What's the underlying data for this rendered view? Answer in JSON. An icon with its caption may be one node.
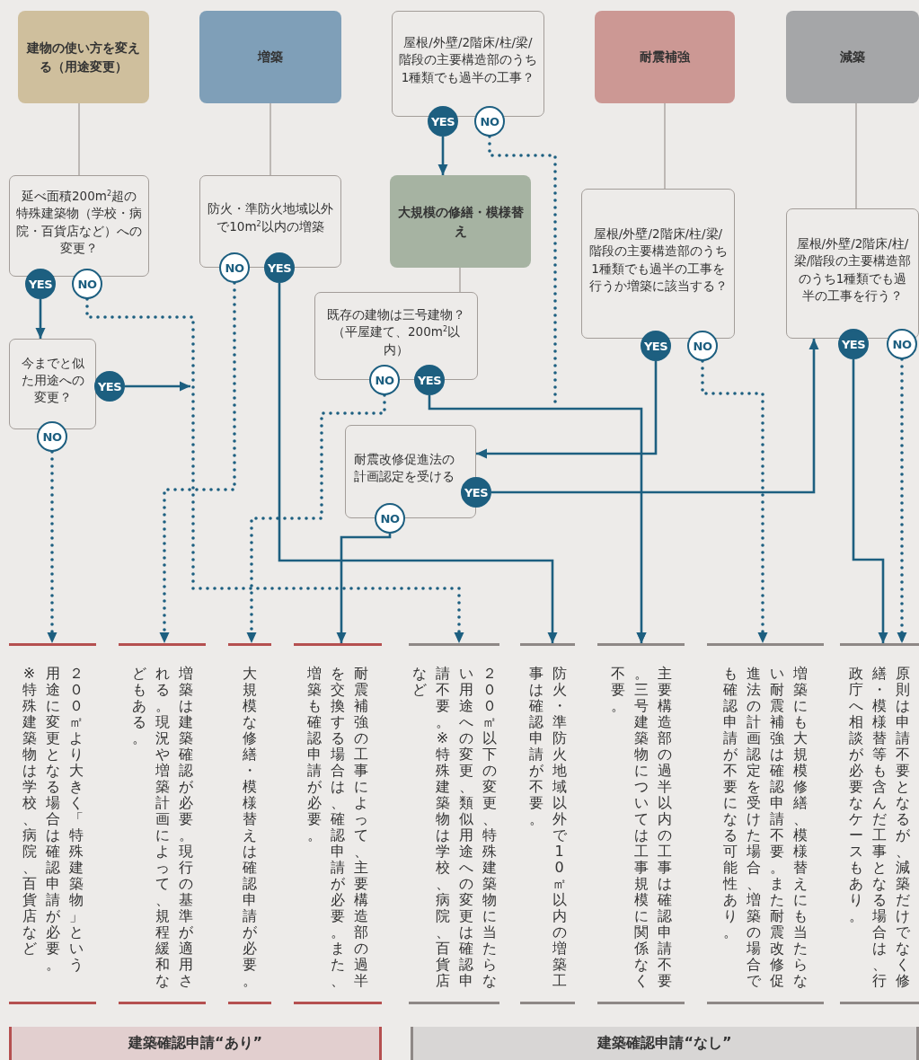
{
  "diagram": {
    "nodes": [
      {
        "text": [
          "建物の使い方を変える（用途変更）"
        ]
      },
      {
        "text": [
          "増築"
        ]
      },
      {
        "text": [
          "屋根/外壁/2階床/柱/梁/階段の主要構造部のうち1種類でも過半の工事？"
        ]
      },
      {
        "text": [
          "YES"
        ]
      },
      {
        "text": [
          "NO"
        ]
      },
      {
        "text": [
          "耐震補強"
        ]
      },
      {
        "text": [
          "減築"
        ]
      },
      {
        "text": [
          "延べ面積200m$^{2}$超の特殊建築物（学校・病院・百貨店など）への変更？"
        ]
      },
      {
        "text": [
          "YES"
        ]
      },
      {
        "text": [
          "NO"
        ]
      },
      {
        "text": [
          "防火・準防火地域以外で10m$^{2}$以内の増築"
        ]
      },
      {
        "text": [
          "NO"
        ]
      },
      {
        "text": [
          "YES"
        ]
      },
      {
        "text": [
          "大規模の修繕・模様替え"
        ]
      },
      {
        "text": [
          "屋根/外壁/2階床/柱/梁/階段の主要構造部のうち1種類でも過半の工事を行うか増築に該当する？"
        ]
      },
      {
        "text": [
          "YES"
        ]
      },
      {
        "text": [
          "NO"
        ]
      },
      {
        "text": [
          "屋根/外壁/2階床/柱/梁/階段の主要構造部のうち1種類でも過半の工事を行う？"
        ]
      },
      {
        "text": [
          "YES"
        ]
      },
      {
        "text": [
          "NO"
        ]
      },
      {
        "text": [
          "既存の建物は三号建物？（平屋建て、200m$^{2}$以内）"
        ]
      },
      {
        "text": [
          "NO"
        ]
      },
      {
        "text": [
          "YES"
        ]
      },
      {
        "text": [
          "今までと似た用途への変更？"
        ]
      },
      {
        "text": [
          "YES"
        ]
      },
      {
        "text": [
          "NO"
        ]
      },
      {
        "text": [
          "耐震改修促進法の計画認定を受ける"
        ]
      },
      {
        "text": [
          "YES"
        ]
      },
      {
        "text": [
          "NO"
        ]
      },
      {
        "text": [
          "２００㎡より大きく「特殊建築物」という用途に変更となる場合は確認申請が必要。※特殊建築物は学校、病院、百貨店など"
        ]
      },
      {
        "text": [
          "増築は建築確認が必要。現行の基準が適用される。現況や増築計画によって、規程緩和などもある。"
        ]
      },
      {
        "text": [
          "大規模な修繕・模様替えは確認申請が必要。"
        ]
      },
      {
        "text": [
          "耐震補強の工事によって、主要構造部の過半を交換する場合は、確認申請が必要。また、増築も確認申請が必要。"
        ]
      },
      {
        "text": [
          "２００㎡以下の変更、特殊建築物に当たらない用途への変更、類似用途への変更は確認申請不要。※特殊建築物は学校、病院、百貨店など"
        ]
      },
      {
        "text": [
          "防火・準防火地域以外で10㎡以内の増築工事は確認申請が不要。"
        ]
      },
      {
        "text": [
          "主要構造部の過半以内の工事は確認申請不要。三号建築物については工事規模に関係なく不要。"
        ]
      },
      {
        "text": [
          "増築にも大規模修繕、模様替えにも当たらない耐震補強は確認申請不要。また耐震改修促進法の計画認定を受けた場合、増築の場合でも確認申請が不要になる可能性あり。"
        ]
      },
      {
        "text": [
          "原則は申請不要となるが、減築だけでなく修繕・模様替等も含んだ工事となる場合は、行政庁へ相談が必要なケースもあり。"
        ]
      },
      {
        "text": [
          "建築確認申請“あり”"
        ]
      },
      {
        "text": [
          "建築確認申請“なし”"
        ]
      }
    ],
    "edges": [
      {
        "from": 0,
        "to": 7,
        "arrow": "none",
        "color": "#a39d99"
      },
      {
        "from": 1,
        "to": 10,
        "arrow": "none",
        "color": "#a39d99"
      },
      {
        "from": 5,
        "to": 14,
        "arrow": "none",
        "color": "#a39d99"
      },
      {
        "from": 6,
        "to": 17,
        "arrow": "none",
        "color": "#a39d99"
      },
      {
        "from": 13,
        "to": 20,
        "arrow": "none",
        "color": "#a39d99"
      },
      {
        "from": 3,
        "to": 13,
        "arrow": "to"
      },
      {
        "from": 4,
        "to": 35,
        "arrow": "to",
        "style": "dashed"
      },
      {
        "from": 8,
        "to": 23,
        "arrow": "to"
      },
      {
        "from": 9,
        "to": 33,
        "arrow": "to",
        "style": "dashed"
      },
      {
        "from": 11,
        "to": 30,
        "arrow": "to",
        "style": "dashed"
      },
      {
        "from": 12,
        "to": 34,
        "arrow": "to"
      },
      {
        "from": 15,
        "to": 26,
        "arrow": "to"
      },
      {
        "from": 16,
        "to": 36,
        "arrow": "to",
        "style": "dashed"
      },
      {
        "from": 18,
        "to": 37,
        "arrow": "to"
      },
      {
        "from": 19,
        "to": 37,
        "arrow": "to",
        "style": "dashed"
      },
      {
        "from": 21,
        "to": 31,
        "arrow": "to",
        "style": "dashed"
      },
      {
        "from": 22,
        "to": 35,
        "arrow": "to"
      },
      {
        "from": 24,
        "to": null,
        "arrow": "to"
      },
      {
        "from": 25,
        "to": 29,
        "arrow": "to",
        "style": "dashed"
      },
      {
        "from": 27,
        "to": 17,
        "arrow": "to"
      },
      {
        "from": 28,
        "to": 32,
        "arrow": "to"
      }
    ]
  }
}
